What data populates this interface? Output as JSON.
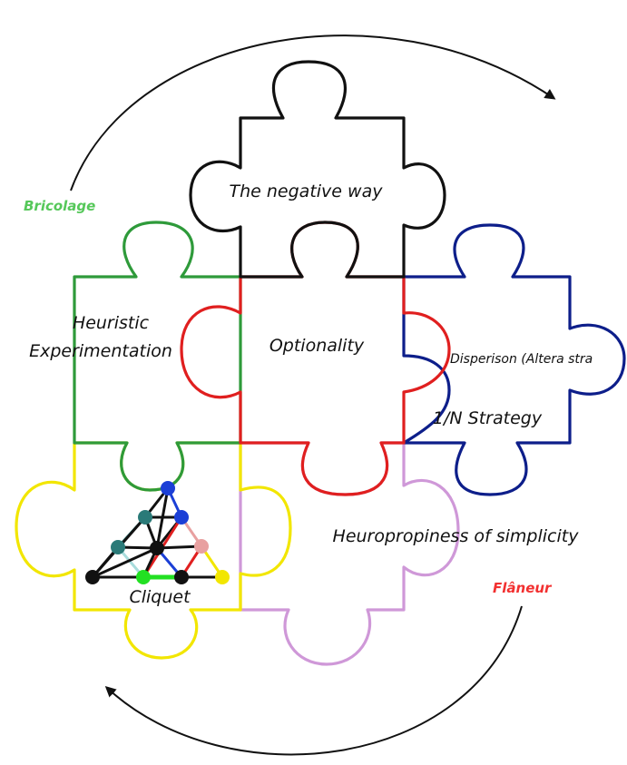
{
  "labels": {
    "negative_way": "The negative way",
    "heuristic_line1": "Heuristic",
    "heuristic_line2": "Experimentation",
    "optionality": "Optionality",
    "dispersion": "Disperison (Altera stra",
    "one_n": "1/N Strategy",
    "heuropropiness": "Heuropropiness of simplicity",
    "cliquet": "Cliquet",
    "bricolage": "Bricolage",
    "flaneur": "Flâneur"
  },
  "colors": {
    "negative_way": "#111111",
    "heuristic": "#2e9a3a",
    "optionality": "#e01f1f",
    "dispersion": "#0d1e8a",
    "cliquet": "#f2e600",
    "heuropropiness": "#cf98d8",
    "bricolage": "#56c85a",
    "flaneur": "#f23030",
    "arrows": "#111111"
  }
}
